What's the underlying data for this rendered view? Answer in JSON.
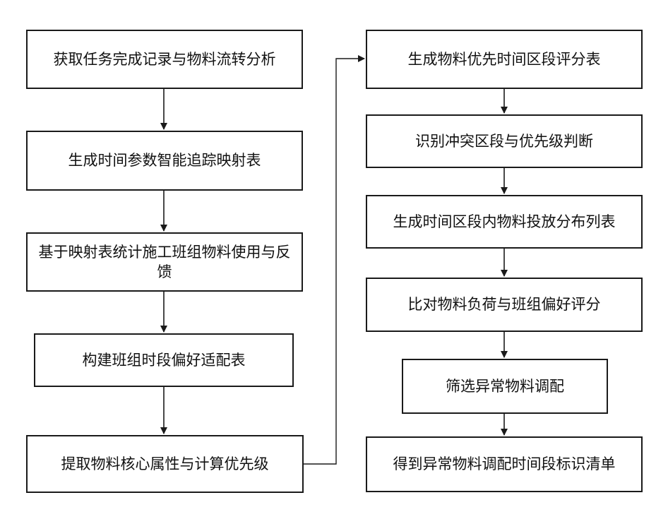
{
  "flowchart": {
    "left": [
      "获取任务完成记录与物料流转分析",
      "生成时间参数智能追踪映射表",
      "基于映射表统计施工班组物料使用与反馈",
      "构建班组时段偏好适配表",
      "提取物料核心属性与计算优先级"
    ],
    "right": [
      "生成物料优先时间区段评分表",
      "识别冲突区段与优先级判断",
      "生成时间区段内物料投放分布列表",
      "比对物料负荷与班组偏好评分",
      "筛选异常物料调配",
      "得到异常物料调配时间段标识清单"
    ]
  },
  "colors": {
    "stroke": "#1a1a1a",
    "text": "#111111",
    "background": "#ffffff"
  }
}
